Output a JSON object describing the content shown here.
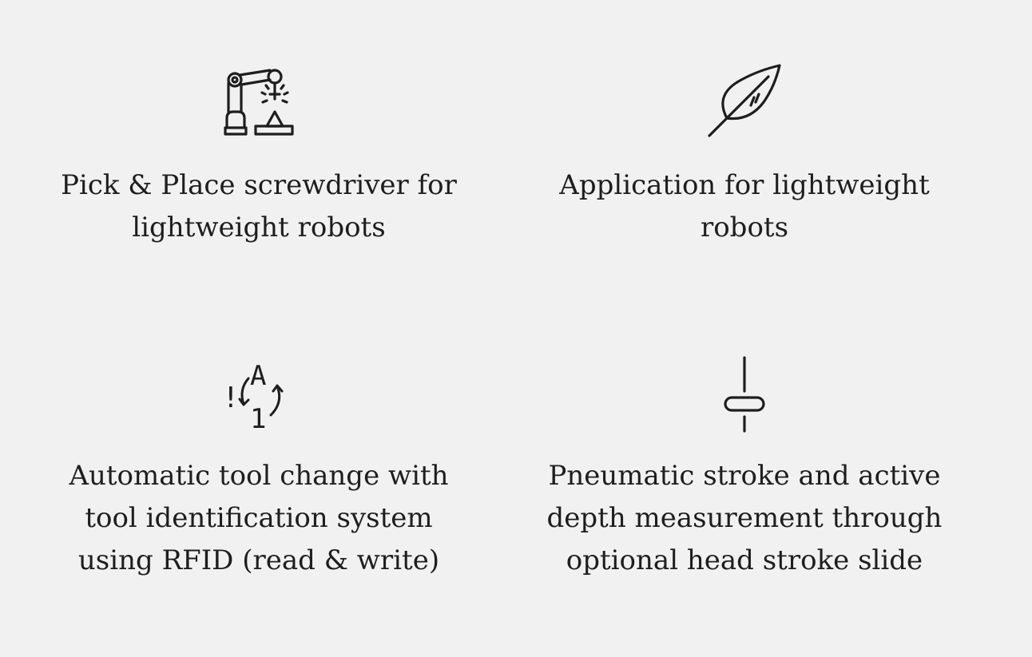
{
  "features": [
    {
      "icon": "robot-arm-icon",
      "lines": [
        "Pick & Place screwdriver for",
        "lightweight robots"
      ]
    },
    {
      "icon": "feather-icon",
      "lines": [
        "Application for lightweight",
        "robots"
      ]
    },
    {
      "icon": "tool-change-icon",
      "icon_text": {
        "bang": "!",
        "letter": "A",
        "digit": "1"
      },
      "lines": [
        "Automatic tool change with",
        "tool identification system",
        "using RFID (read & write)"
      ]
    },
    {
      "icon": "stroke-slide-icon",
      "lines": [
        "Pneumatic stroke and active",
        "depth measurement through",
        "optional head stroke slide"
      ]
    }
  ]
}
